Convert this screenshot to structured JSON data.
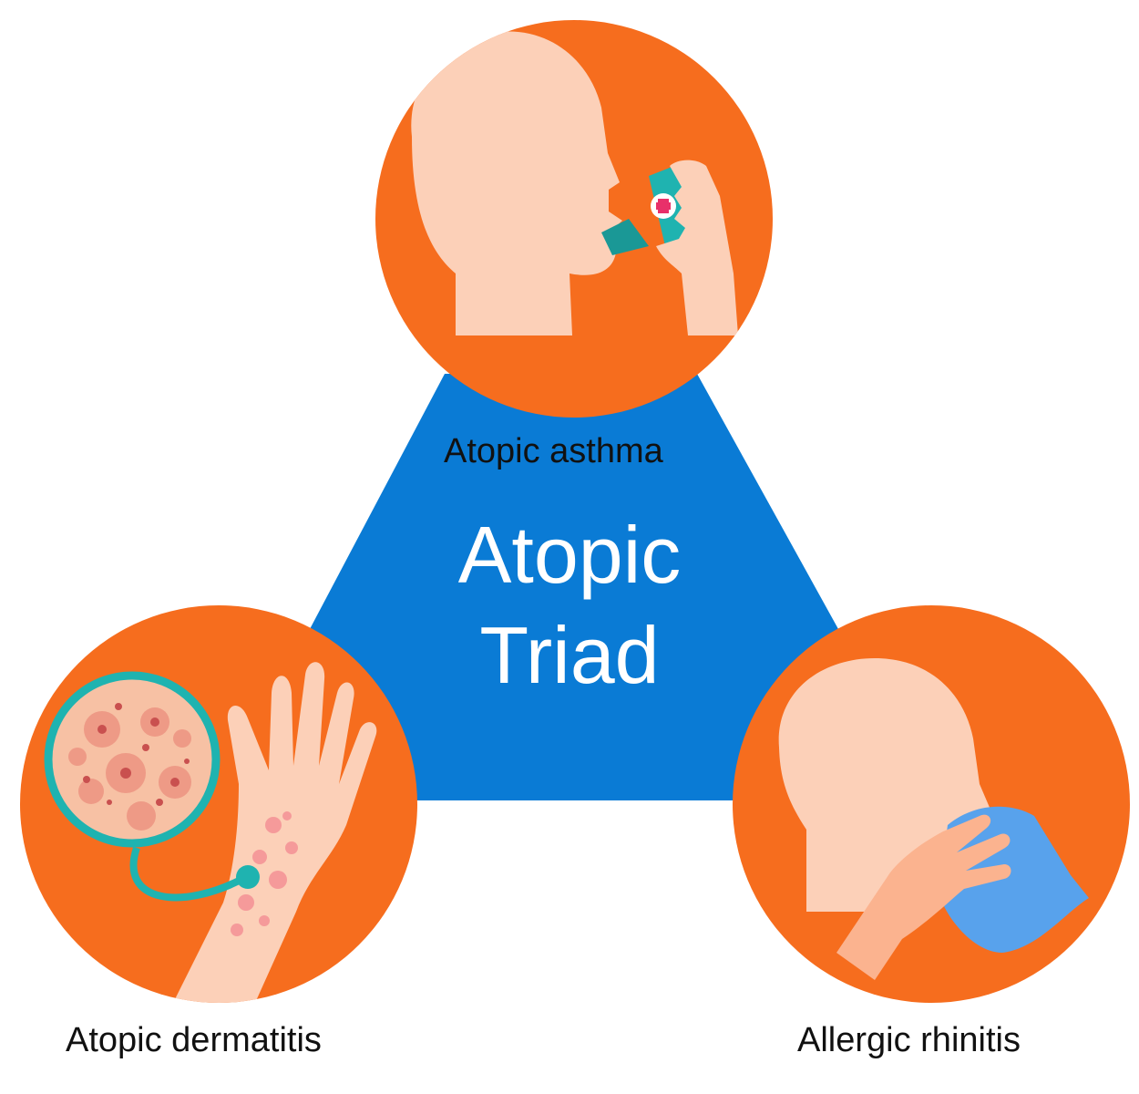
{
  "title": {
    "line1": "Atopic",
    "line2": "Triad"
  },
  "labels": {
    "asthma": "Atopic asthma",
    "dermatitis": "Atopic dermatitis",
    "rhinitis": "Allergic rhinitis"
  },
  "colors": {
    "triangle": "#0a7bd5",
    "circle": "#f66d1e",
    "skin": "#fcd0b8",
    "hand": "#fbb38f",
    "inhaler": "#1fb3b0",
    "tissue": "#58a2ec",
    "rash": "#f59a9a",
    "text": "#111111",
    "title_text": "#ffffff"
  },
  "icons": {
    "asthma": "inhaler-icon",
    "dermatitis": "magnifier-rash-icon",
    "rhinitis": "tissue-icon"
  }
}
